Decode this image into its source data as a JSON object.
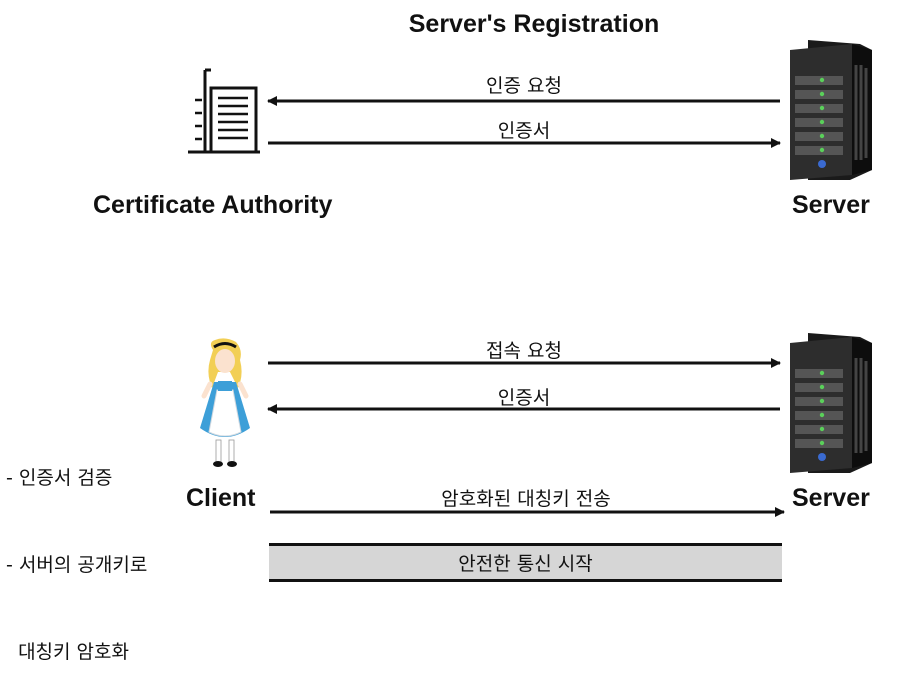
{
  "title": "Server's Registration",
  "nodes": {
    "ca": "Certificate Authority",
    "server_top": "Server",
    "client": "Client",
    "server_bottom": "Server"
  },
  "messages": {
    "cert_request": "인증 요청",
    "cert_issue": "인증서",
    "connect_request": "접속 요청",
    "cert_send": "인증서",
    "encrypted_key": "암호화된 대칭키 전송",
    "secure_start": "안전한 통신 시작"
  },
  "client_steps": {
    "step1": "- 인증서 검증",
    "step2": "- 서버의 공개키로",
    "step3": "  대칭키 암호화"
  }
}
